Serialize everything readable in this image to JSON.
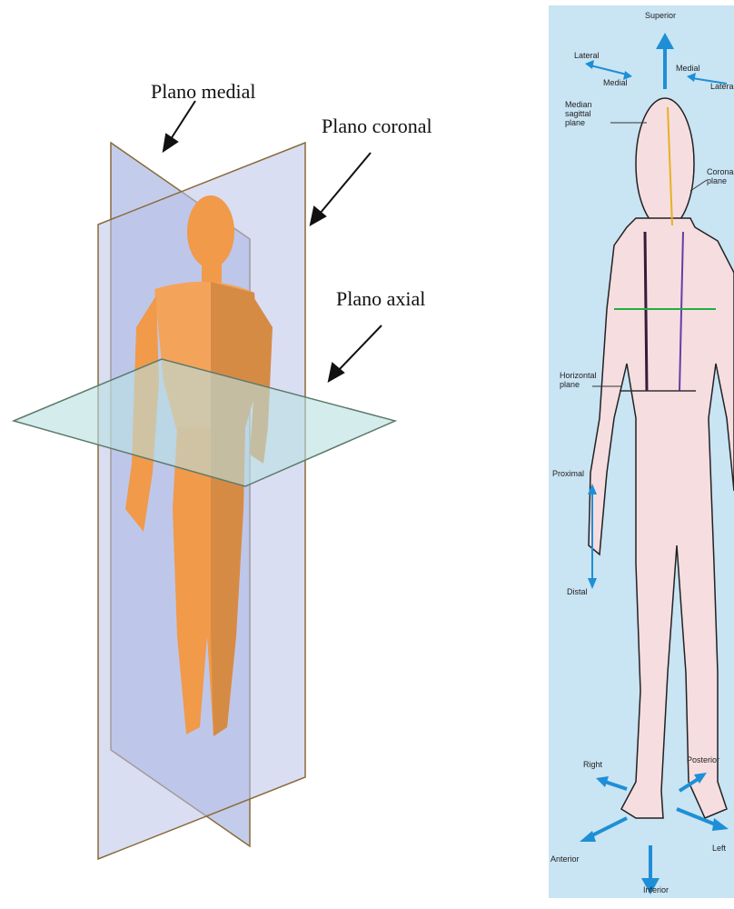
{
  "left_figure": {
    "labels": {
      "medial": "Plano medial",
      "coronal": "Plano coronal",
      "axial": "Plano axial"
    },
    "colors": {
      "plane": "#a9b8e3",
      "axial_plane": "#b9dfe1",
      "figure": "#f09a4a"
    }
  },
  "right_figure": {
    "labels": {
      "superior": "Superior",
      "lateral_left": "Lateral",
      "medial_left": "Medial",
      "medial_right": "Medial",
      "lateral_right": "Lateral",
      "median_sagittal": "Median\nsagittal\nplane",
      "coronal_plane": "Coronal\nplane",
      "horizontal_plane": "Horizontal\nplane",
      "proximal": "Proximal",
      "distal": "Distal",
      "right": "Right",
      "posterior": "Posterior",
      "anterior": "Anterior",
      "left": "Left",
      "inferior": "Inferior"
    },
    "colors": {
      "background": "#c9e4f3",
      "arrow": "#1e8fd6",
      "body": "#f6dde0"
    }
  }
}
